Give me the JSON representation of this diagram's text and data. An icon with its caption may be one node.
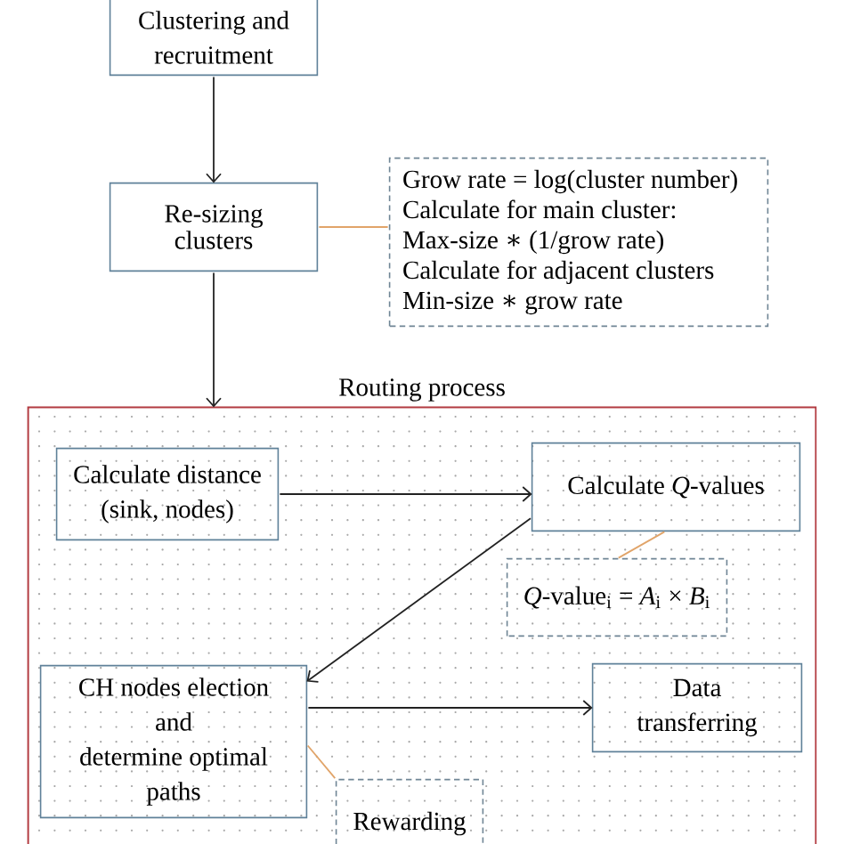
{
  "diagram": {
    "nodes": [
      {
        "text": [
          "Clustering and recruitment"
        ]
      },
      {
        "text": [
          "Re-sizing clusters"
        ]
      },
      {
        "text": [
          "Grow rate = log(cluster number)",
          "Calculate for main cluster:",
          "Max-size ∗ (1/grow rate)",
          "Calculate for adjacent clusters",
          "Min-size ∗ grow rate"
        ]
      },
      {
        "text": [
          "Routing process"
        ]
      },
      {
        "text": [
          "Calculate distance (sink, nodes)"
        ],
        "in": 3
      },
      {
        "text": [
          "Calculate *Q*-values"
        ],
        "in": 3
      },
      {
        "text": [
          "*Q*-value$_{i}$ = *A*$_{i}$ × *B*$_{i}$"
        ],
        "in": 3
      },
      {
        "text": [
          "CH nodes election",
          "and",
          "determine optimal paths"
        ],
        "in": 3
      },
      {
        "text": [
          "Data transferring"
        ],
        "in": 3
      },
      {
        "text": [
          "Rewarding"
        ],
        "in": 3
      }
    ],
    "edges": [
      {
        "from": 0,
        "to": 1,
        "arrow": "to"
      },
      {
        "from": 1,
        "to": 2,
        "arrow": "none",
        "color": "#e1a469"
      },
      {
        "from": 1,
        "to": 3,
        "arrow": "to"
      },
      {
        "from": 4,
        "to": 5,
        "arrow": "to"
      },
      {
        "from": 5,
        "to": 6,
        "arrow": "none",
        "color": "#e1a469"
      },
      {
        "from": 5,
        "to": 7,
        "arrow": "to"
      },
      {
        "from": 7,
        "to": 8,
        "arrow": "to"
      },
      {
        "from": 7,
        "to": 9,
        "arrow": "none",
        "color": "#e1a469"
      }
    ]
  }
}
